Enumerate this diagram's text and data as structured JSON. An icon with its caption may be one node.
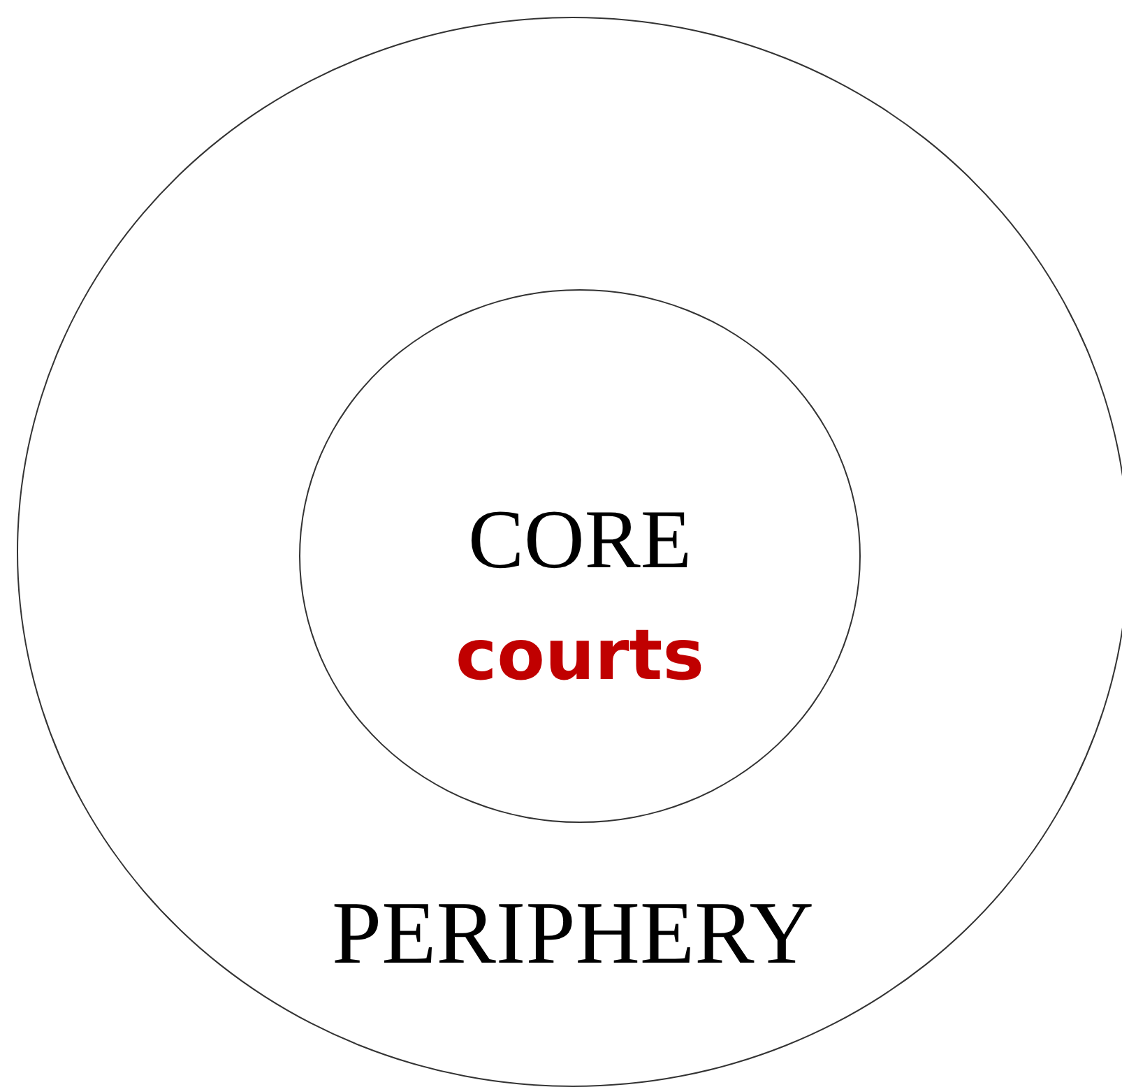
{
  "diagram": {
    "nodes": [
      {
        "text": [
          "PERIPHERY"
        ]
      },
      {
        "text": [
          "CORE",
          "courts"
        ],
        "in": 0
      }
    ]
  }
}
